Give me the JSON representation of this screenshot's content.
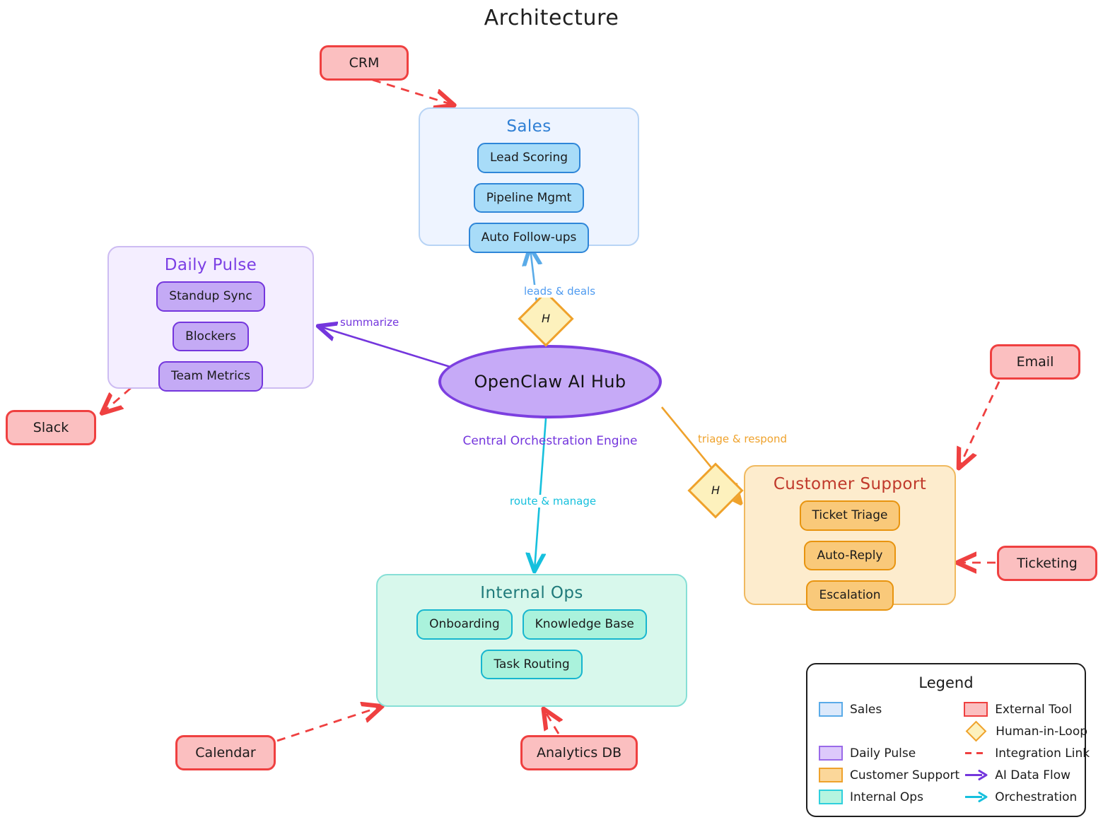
{
  "title": "Architecture",
  "hub": {
    "label": "OpenClaw AI Hub",
    "caption": "Central Orchestration Engine"
  },
  "clusters": [
    {
      "id": "sales",
      "title": "Sales",
      "nodes": [
        "Lead Scoring",
        "Pipeline Mgmt",
        "Auto Follow-ups"
      ]
    },
    {
      "id": "pulse",
      "title": "Daily Pulse",
      "nodes": [
        "Standup Sync",
        "Blockers",
        "Team Metrics"
      ]
    },
    {
      "id": "support",
      "title": "Customer Support",
      "nodes": [
        "Ticket Triage",
        "Auto-Reply",
        "Escalation"
      ]
    },
    {
      "id": "ops",
      "title": "Internal Ops",
      "nodes": [
        "Onboarding",
        "Knowledge Base",
        "Task Routing"
      ]
    }
  ],
  "external_tools": [
    {
      "id": "crm",
      "label": "CRM"
    },
    {
      "id": "slack",
      "label": "Slack"
    },
    {
      "id": "email",
      "label": "Email"
    },
    {
      "id": "ticketing",
      "label": "Ticketing"
    },
    {
      "id": "calendar",
      "label": "Calendar"
    },
    {
      "id": "analytics-db",
      "label": "Analytics DB"
    }
  ],
  "human_in_loop": [
    {
      "id": "hil-sales",
      "label": "H"
    },
    {
      "id": "hil-support",
      "label": "H"
    }
  ],
  "edge_labels": [
    {
      "id": "leads-deals",
      "label": "leads & deals",
      "color": "#4f9bf0"
    },
    {
      "id": "summarize",
      "label": "summarize",
      "color": "#7436dd"
    },
    {
      "id": "triage-respond",
      "label": "triage & respond",
      "color": "#efa22c"
    },
    {
      "id": "route-manage",
      "label": "route & manage",
      "color": "#16c0dd"
    }
  ],
  "legend": {
    "title": "Legend",
    "left_items": [
      {
        "label": "Sales",
        "fill": "#dce9fb",
        "stroke": "#5aabe8",
        "shape": "square"
      },
      {
        "label": "Daily Pulse",
        "fill": "#ddc9fb",
        "stroke": "#9a6ae8",
        "shape": "square"
      },
      {
        "label": "Customer Support",
        "fill": "#fbd79a",
        "stroke": "#efa22c",
        "shape": "square"
      },
      {
        "label": "Internal Ops",
        "fill": "#b6f5e0",
        "stroke": "#2fd0dd",
        "shape": "square"
      }
    ],
    "right_items": [
      {
        "label": "External Tool",
        "fill": "#fbbfc0",
        "stroke": "#ef4040",
        "shape": "square"
      },
      {
        "label": "Human-in-Loop",
        "fill": "#fdf1bd",
        "stroke": "#efa22c",
        "shape": "diamond"
      },
      {
        "label": "Integration Link",
        "stroke": "#ef4040",
        "shape": "dashed-line"
      },
      {
        "label": "AI Data Flow",
        "stroke": "#7436dd",
        "shape": "arrow"
      },
      {
        "label": "Orchestration",
        "stroke": "#16c0dd",
        "shape": "arrow"
      }
    ]
  },
  "colors": {
    "sales_accent": "#2f86d8",
    "pulse_accent": "#7436dd",
    "support_accent": "#e8940f",
    "ops_accent": "#17b6cf",
    "external_accent": "#ef4040",
    "hil_accent": "#efa22c"
  }
}
